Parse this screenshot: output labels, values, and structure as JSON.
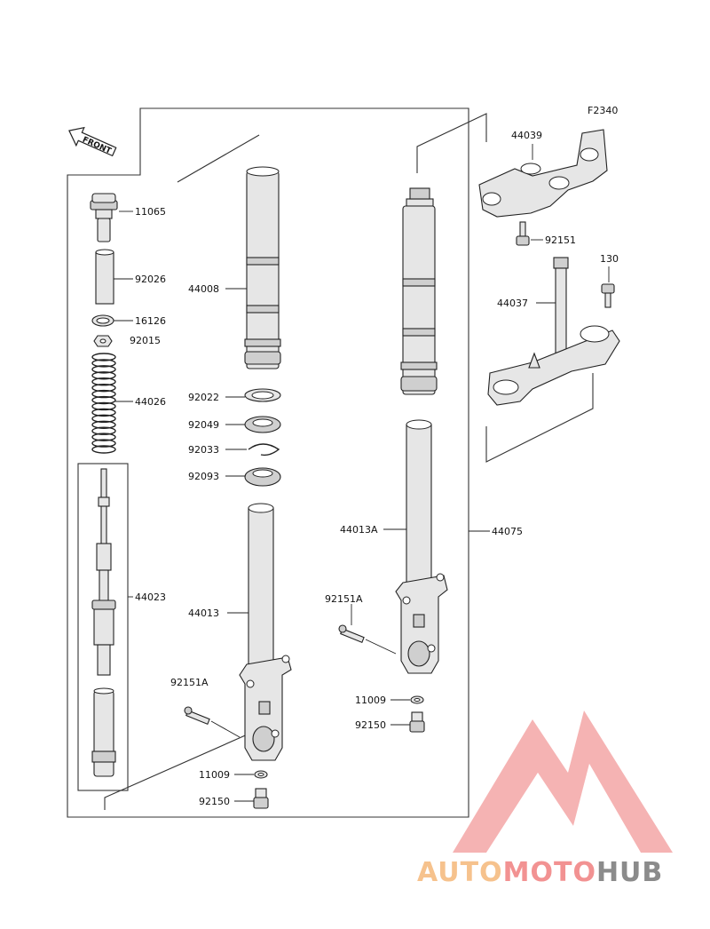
{
  "diagram_code": "F2340",
  "front_label": "FRONT",
  "parts": {
    "p11065": "11065",
    "p92026": "92026",
    "p16126": "16126",
    "p92015": "92015",
    "p44026": "44026",
    "p44023": "44023",
    "p44008": "44008",
    "p92022": "92022",
    "p92049": "92049",
    "p92033": "92033",
    "p92093": "92093",
    "p44013": "44013",
    "p92151A_left": "92151A",
    "p11009_left": "11009",
    "p92150_left": "92150",
    "p44039": "44039",
    "p92151": "92151",
    "p130": "130",
    "p44037": "44037",
    "p44013A": "44013A",
    "p44075": "44075",
    "p92151A_right": "92151A",
    "p11009_right": "11009",
    "p92150_right": "92150"
  },
  "watermark": {
    "part1": "AUTO",
    "part2": "MOTO",
    "part3": "HUB",
    "color1": "#f5b87a",
    "color2": "#f08080",
    "color3": "#777777"
  }
}
